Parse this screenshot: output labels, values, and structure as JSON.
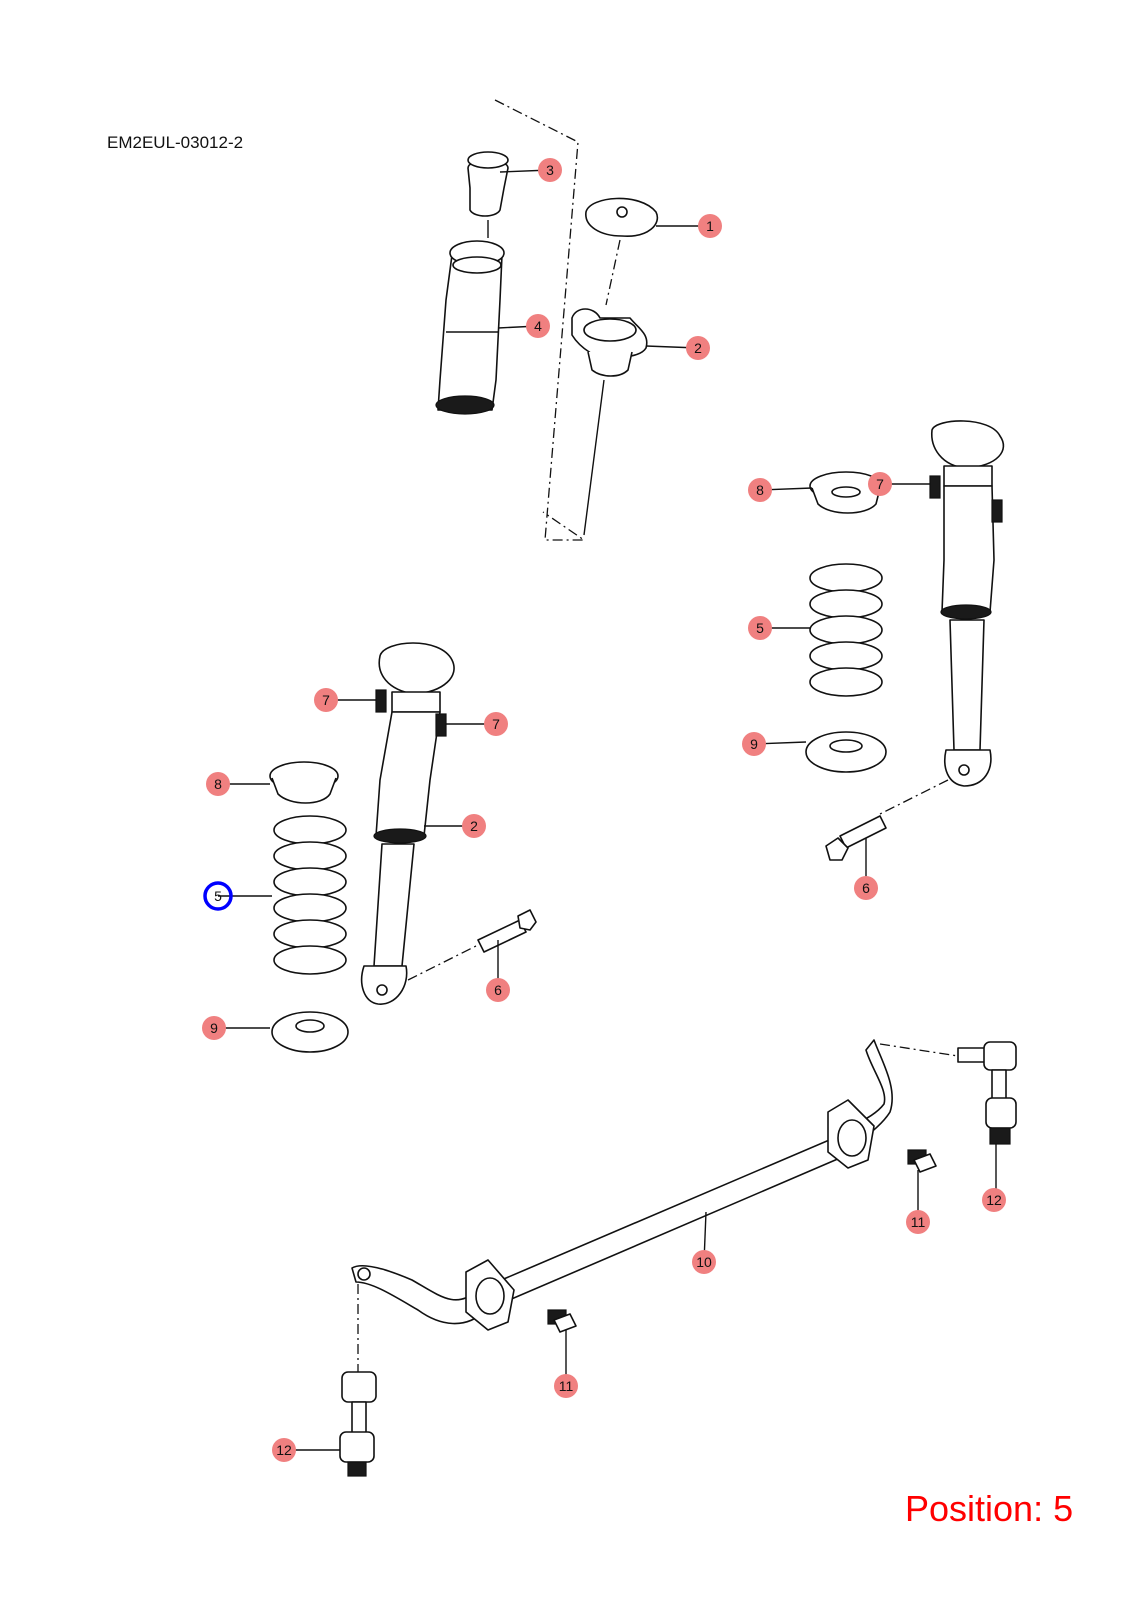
{
  "document_code": "EM2EUL-03012-2",
  "position_text": "Position: 5",
  "highlight_color": "#0000ff",
  "callout_color": "#f08080",
  "callouts": [
    {
      "id": "c3",
      "label": "3"
    },
    {
      "id": "c1",
      "label": "1"
    },
    {
      "id": "c4",
      "label": "4"
    },
    {
      "id": "c2a",
      "label": "2"
    },
    {
      "id": "c8r",
      "label": "8"
    },
    {
      "id": "c7r",
      "label": "7"
    },
    {
      "id": "c5r",
      "label": "5"
    },
    {
      "id": "c9r",
      "label": "9"
    },
    {
      "id": "c6r",
      "label": "6"
    },
    {
      "id": "c7la",
      "label": "7"
    },
    {
      "id": "c7lb",
      "label": "7"
    },
    {
      "id": "c8l",
      "label": "8"
    },
    {
      "id": "c2l",
      "label": "2"
    },
    {
      "id": "c5l",
      "label": "5"
    },
    {
      "id": "c6l",
      "label": "6"
    },
    {
      "id": "c9l",
      "label": "9"
    },
    {
      "id": "c12r",
      "label": "12"
    },
    {
      "id": "c11r",
      "label": "11"
    },
    {
      "id": "c10",
      "label": "10"
    },
    {
      "id": "c11l",
      "label": "11"
    },
    {
      "id": "c12l",
      "label": "12"
    }
  ]
}
